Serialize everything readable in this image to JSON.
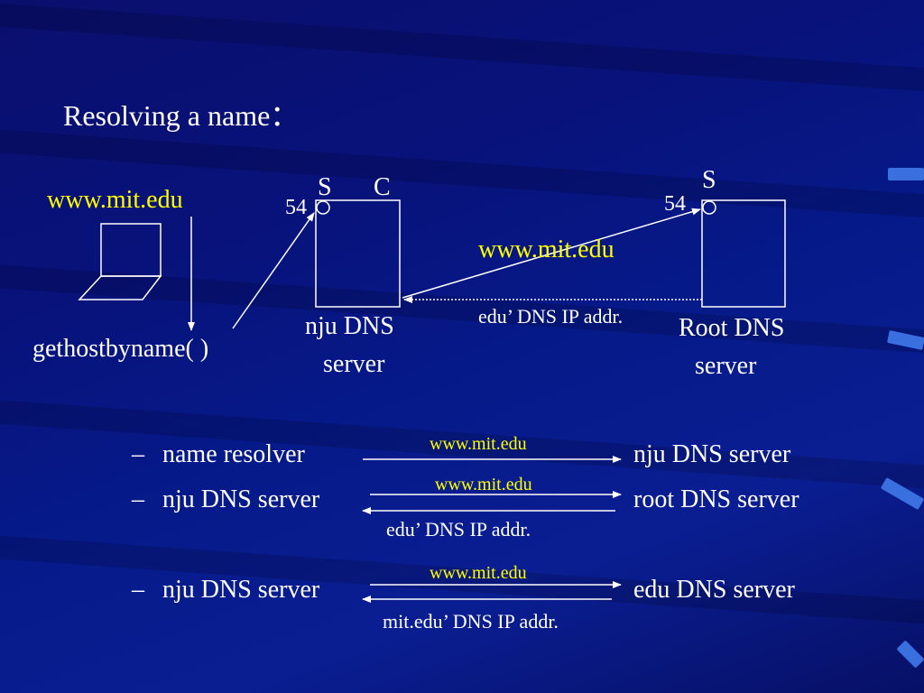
{
  "title": "Resolving a name：",
  "diagram": {
    "client_label": "www.mit.edu",
    "call_label": "gethostbyname( )",
    "nju_server": {
      "port": "54",
      "s_label": "S",
      "c_label": "C",
      "name_line1": "nju DNS",
      "name_line2": "server"
    },
    "root_server": {
      "port": "54",
      "s_label": "S",
      "name_line1": "Root DNS",
      "name_line2": "server"
    },
    "query_label": "www.mit.edu",
    "reply_label": "edu’ DNS IP addr."
  },
  "steps": [
    {
      "dash": "–",
      "from": "name resolver",
      "to": "nju DNS server",
      "request": "www.mit.edu",
      "reply": ""
    },
    {
      "dash": "–",
      "from": "nju DNS server",
      "to": "root DNS server",
      "request": "www.mit.edu",
      "reply": "edu’ DNS IP addr."
    },
    {
      "dash": "–",
      "from": "nju DNS server",
      "to": "edu DNS server",
      "request": "www.mit.edu",
      "reply": "mit.edu’ DNS IP addr."
    }
  ],
  "colors": {
    "background": "#0a1680",
    "text": "#ffffff",
    "highlight": "#ffff00",
    "accent": "#3a6fe0"
  }
}
